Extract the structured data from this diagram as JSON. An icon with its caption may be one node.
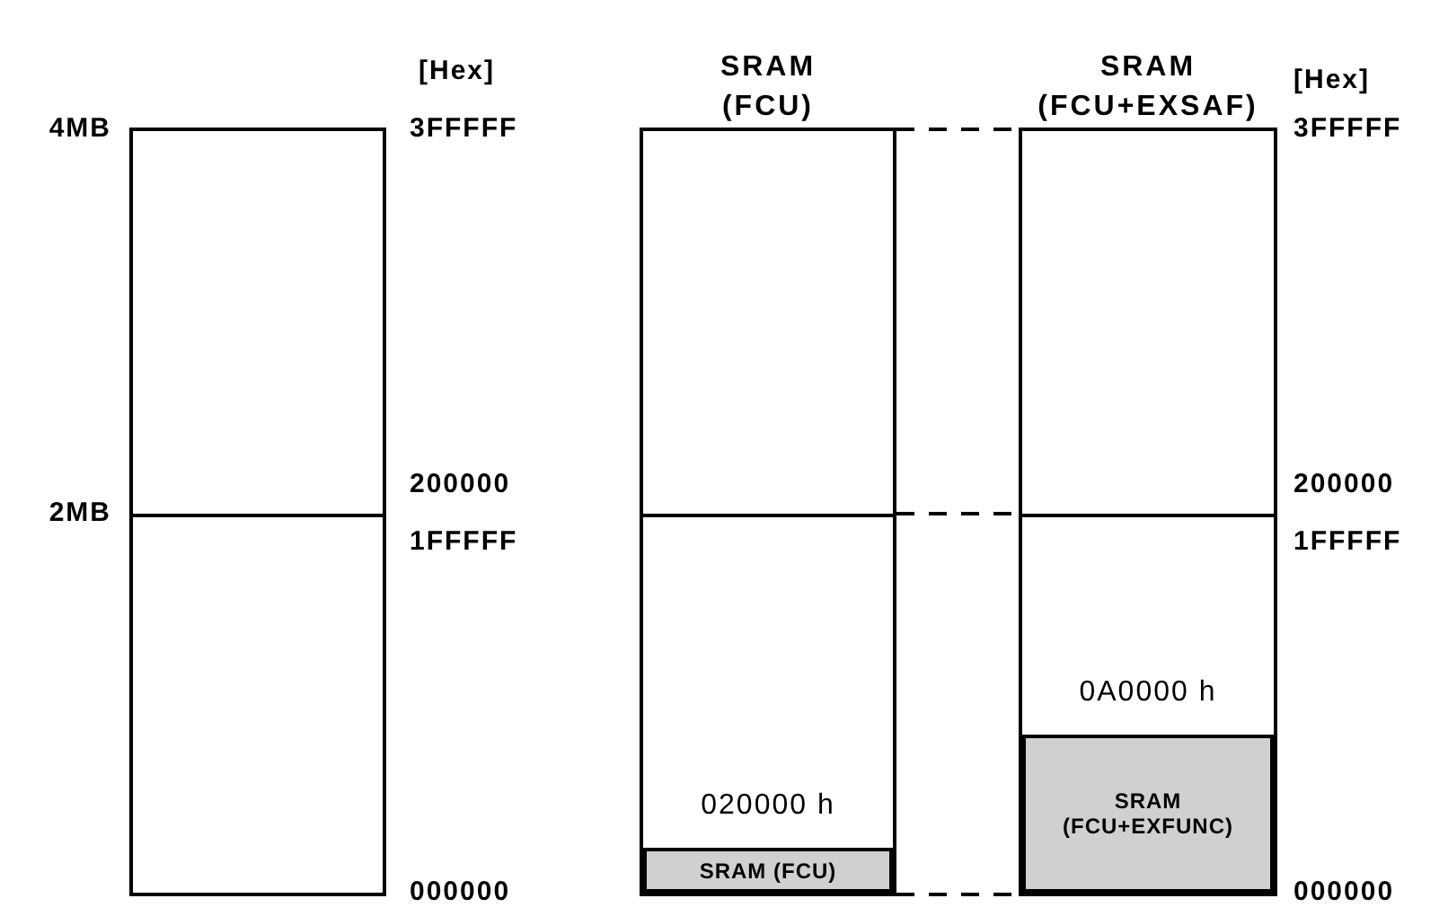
{
  "diagram": {
    "nodes": [
      {
        "text": [],
        "shape": "box"
      },
      {
        "text": [
          "SRAM (FCU)"
        ]
      },
      {
        "text": [
          "SRAM (FCU)"
        ],
        "in": 1,
        "beside": [
          "020000 h"
        ]
      },
      {
        "text": [
          "SRAM (FCU+EXSAF)"
        ]
      },
      {
        "text": [
          "SRAM (FCU+EXFUNC)"
        ],
        "in": 3,
        "beside": [
          "0A0000 h"
        ]
      }
    ],
    "edges": [
      {
        "from": 1,
        "to": 3,
        "arrow": "none",
        "style": "dashed"
      },
      {
        "from": 1,
        "to": 3,
        "arrow": "none",
        "style": "dashed"
      },
      {
        "from": 1,
        "to": 3,
        "arrow": "none",
        "style": "dashed"
      }
    ],
    "labels": [
      "[Hex]",
      "4MB",
      "3FFFFF",
      "2MB",
      "200000",
      "1FFFFF",
      "000000",
      "[Hex]",
      "3FFFFF",
      "200000",
      "1FFFFF",
      "000000"
    ]
  }
}
